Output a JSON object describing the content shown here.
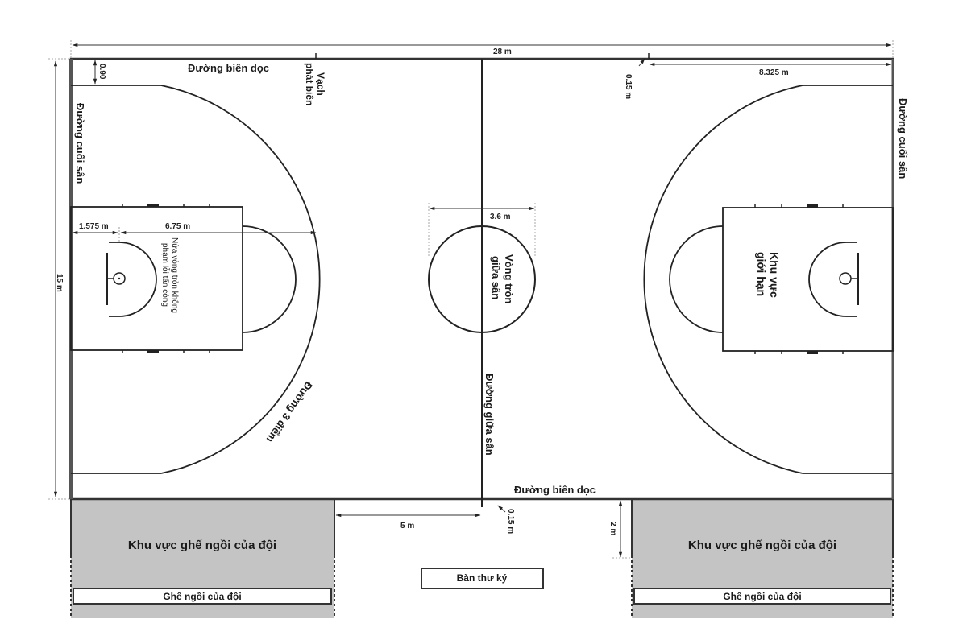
{
  "diagram": {
    "type": "basketball-court",
    "colors": {
      "line": "#222222",
      "bench_area_fill": "#c4c4c4",
      "background": "#ffffff"
    },
    "dimensions": {
      "court_length": "28 m",
      "court_width": "15 m",
      "sideline_offset_top": "0.90\nm",
      "line_width_top": "0.15 m",
      "three_point_to_sideline": "8.325 m",
      "basket_offset": "1.575 m",
      "three_point_radius": "6.75 m",
      "center_circle_diameter": "3.6 m",
      "bench_to_center": "5 m",
      "line_width_bottom": "0.15 m",
      "bench_depth": "2 m"
    },
    "labels": {
      "sideline_top": "Đường biên dọc",
      "throw_in_line_1": "Vạch",
      "throw_in_line_2": "phát biên",
      "endline_left": "Đường cuối sân",
      "endline_right": "Đường cuối sân",
      "no_charge_semicircle_1": "Nửa vòng tròn không",
      "no_charge_semicircle_2": "phạm lỗi tấn công",
      "center_circle_1": "Vòng tròn",
      "center_circle_2": "giữa sân",
      "restricted_area_1": "Khu vực",
      "restricted_area_2": "giới hạn",
      "three_point_line": "Đường 3 điểm",
      "center_line": "Đường giữa sân",
      "sideline_bottom": "Đường biên dọc",
      "team_bench_area_left": "Khu vực ghế ngồi của đội",
      "team_bench_area_right": "Khu vực ghế ngồi của đội",
      "team_bench_left": "Ghế ngồi của đội",
      "team_bench_right": "Ghế ngồi của đội",
      "scorer_table": "Bàn thư ký"
    }
  }
}
